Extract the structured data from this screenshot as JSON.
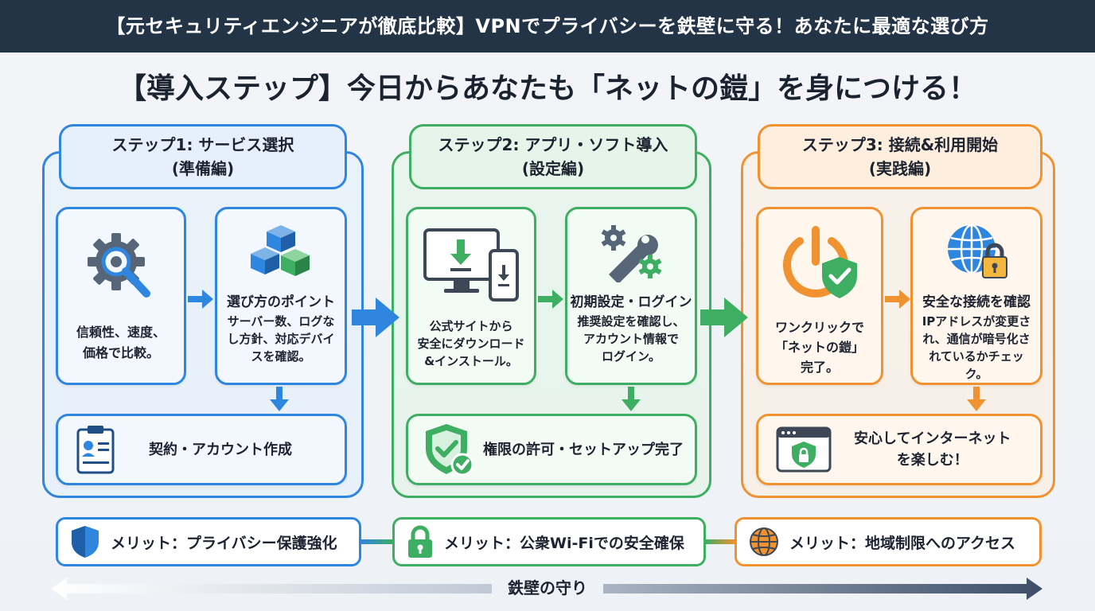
{
  "header": {
    "title": "【元セキュリティエンジニアが徹底比較】VPNでプライバシーを鉄壁に守る！あなたに最適な選び方"
  },
  "headline": "【導入ステップ】今日からあなたも「ネットの鎧」を身につける！",
  "colors": {
    "blue": "#2f86de",
    "green": "#3eae62",
    "orange": "#f0922f",
    "header_bg": "#243447"
  },
  "steps": [
    {
      "title_line1": "ステップ1: サービス選択",
      "title_line2": "(準備編)",
      "card1": {
        "icon": "gear-magnifier-icon",
        "text": "信頼性、速度、\n価格で比較。"
      },
      "card2": {
        "icon": "cubes-icon",
        "title": "選び方のポイント",
        "text": "サーバー数、ログな\nし方針、対応デバイ\nスを確認。"
      },
      "card3": {
        "icon": "clipboard-profile-icon",
        "text": "契約・アカウント作成"
      }
    },
    {
      "title_line1": "ステップ2: アプリ・ソフト導入",
      "title_line2": "(設定編)",
      "card1": {
        "icon": "download-devices-icon",
        "text": "公式サイトから\n安全にダウンロード\n&インストール。"
      },
      "card2": {
        "icon": "wrench-gears-icon",
        "title": "初期設定・ログイン",
        "text": "推奨設定を確認し、\nアカウント情報で\nログイン。"
      },
      "card3": {
        "icon": "shield-check-icon",
        "text": "権限の許可・セットアップ完了"
      }
    },
    {
      "title_line1": "ステップ3: 接続&利用開始",
      "title_line2": "(実践編)",
      "card1": {
        "icon": "power-shield-icon",
        "text": "ワンクリックで\n「ネットの鎧」\n完了。"
      },
      "card2": {
        "icon": "globe-lock-icon",
        "title": "安全な接続を確認",
        "text": "IPアドレスが変更さ\nれ、通信が暗号化さ\nれているかチェック。"
      },
      "card3": {
        "icon": "browser-lock-icon",
        "text": "安心してインターネット\nを楽しむ！"
      }
    }
  ],
  "merits": [
    {
      "icon": "shield-icon",
      "label": "メリット：プライバシー保護強化"
    },
    {
      "icon": "padlock-icon",
      "label": "メリット：公衆Wi-Fiでの安全確保"
    },
    {
      "icon": "globe-icon",
      "label": "メリット：地域制限へのアクセス"
    }
  ],
  "footer_label": "鉄壁の守り"
}
